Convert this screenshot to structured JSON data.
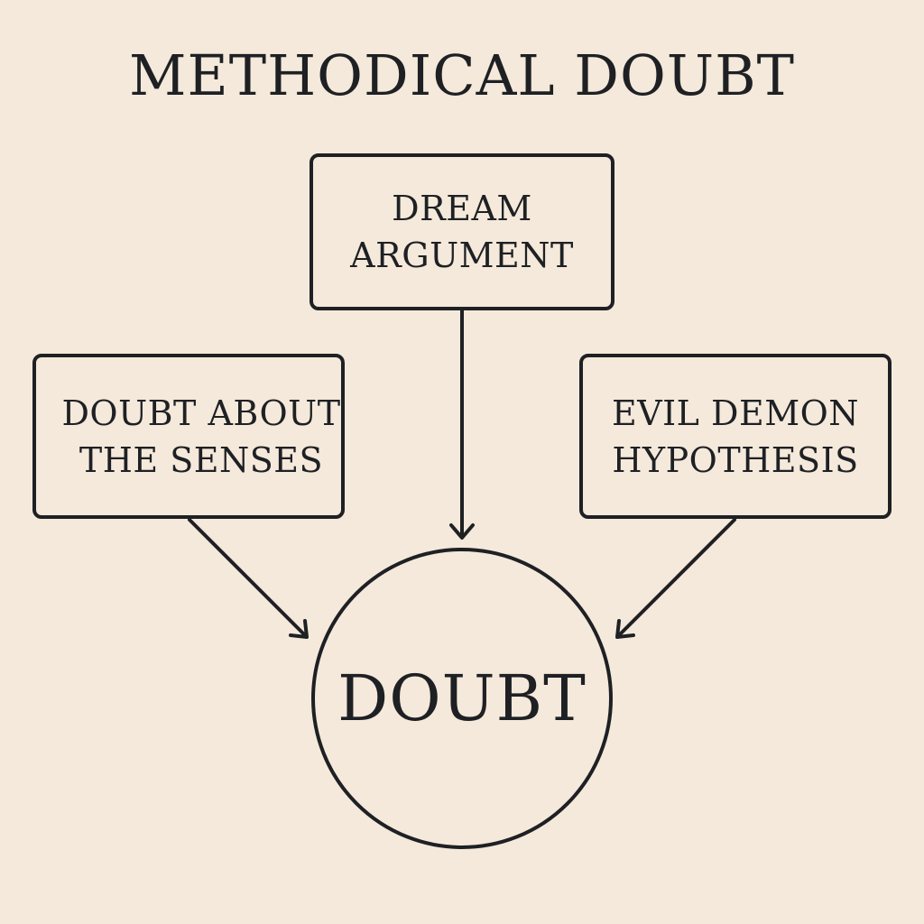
{
  "title": "METHODICAL DOUBT",
  "nodes": {
    "dream": {
      "line1": "DREAM",
      "line2": "ARGUMENT"
    },
    "senses": {
      "line1": "DOUBT ABOUT",
      "line2": "THE SENSES"
    },
    "demon": {
      "line1": "EVIL DEMON",
      "line2": "HYPOTHESIS"
    },
    "center": {
      "label": "DOUBT"
    }
  },
  "edges": [
    {
      "from": "dream",
      "to": "center"
    },
    {
      "from": "senses",
      "to": "center"
    },
    {
      "from": "demon",
      "to": "center"
    }
  ],
  "colors": {
    "background": "#f4e9da",
    "ink": "#1e2024"
  }
}
